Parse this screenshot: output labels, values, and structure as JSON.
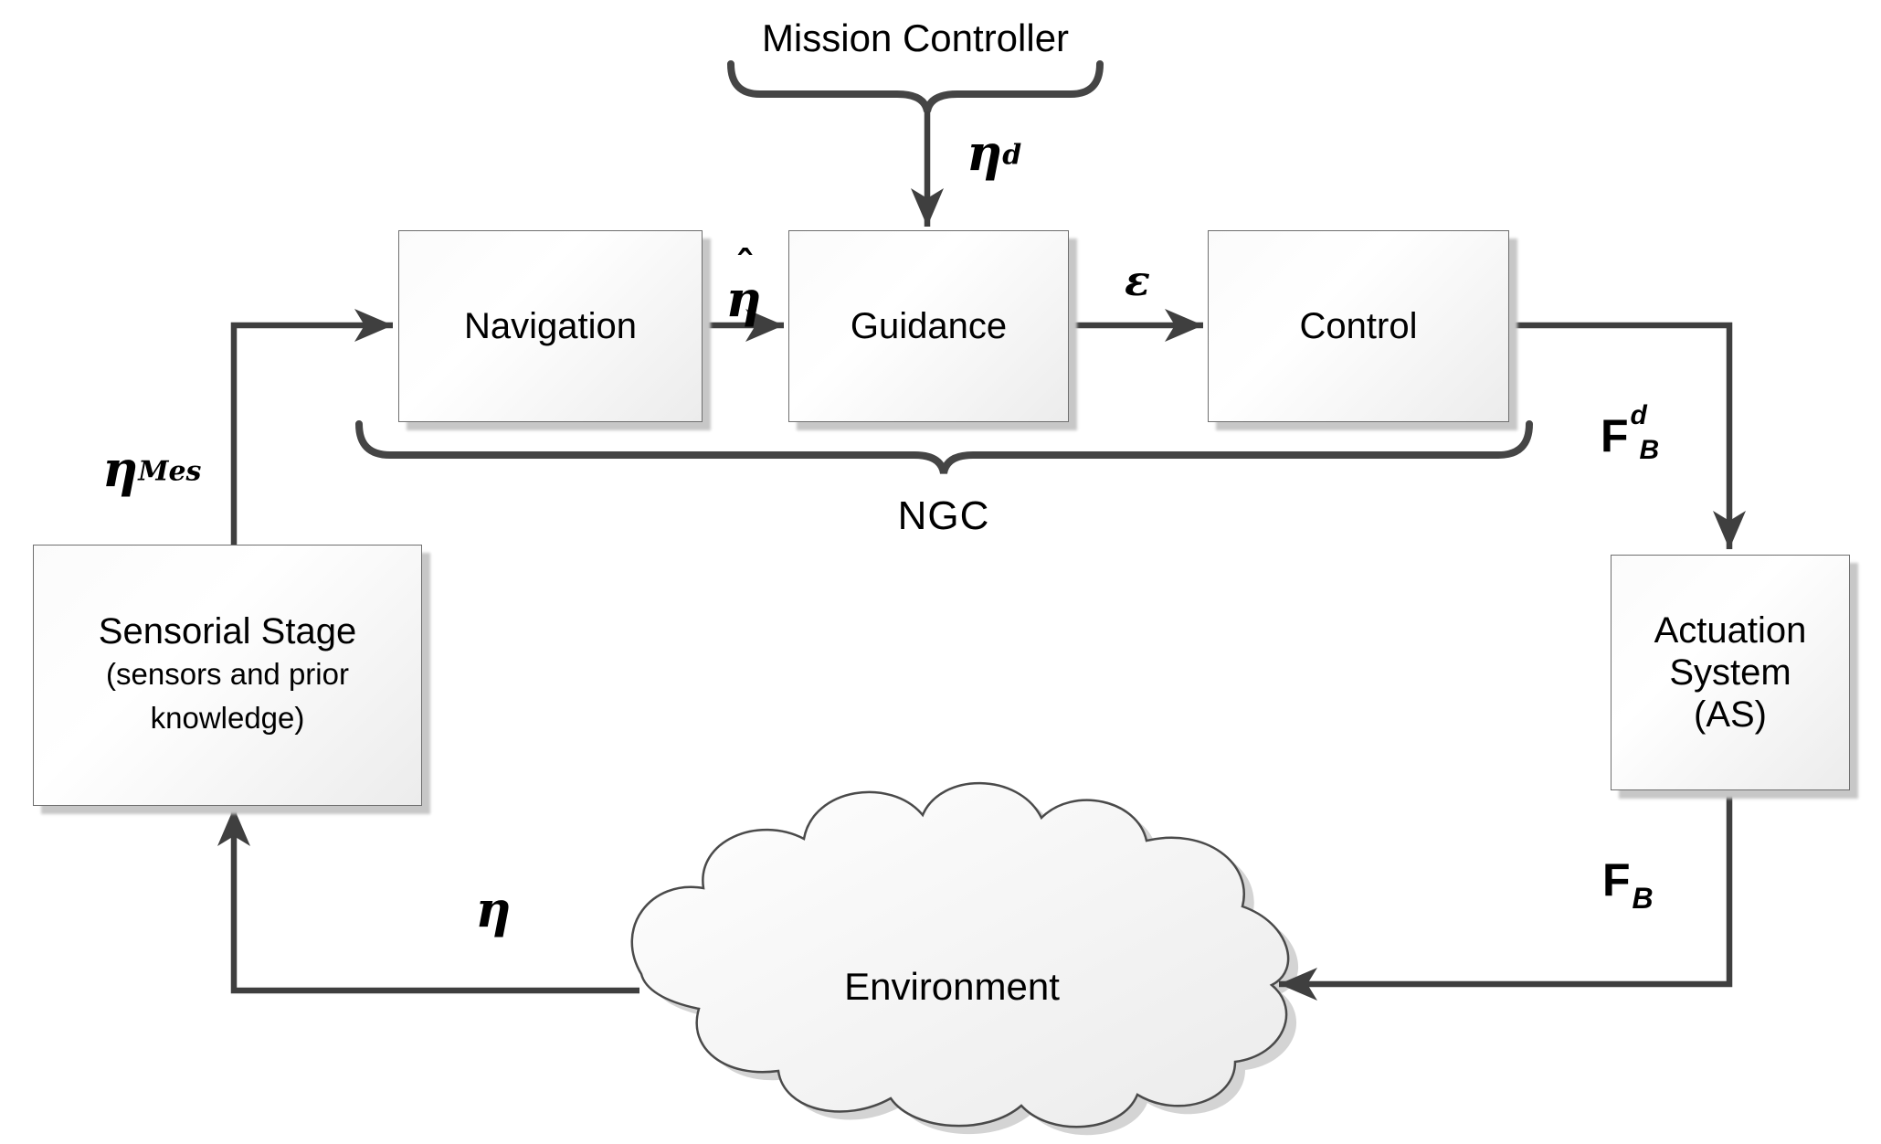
{
  "diagram": {
    "mission_controller": "Mission Controller",
    "ngc_label": "NGC",
    "boxes": {
      "navigation": "Navigation",
      "guidance": "Guidance",
      "control": "Control",
      "sensorial_title": "Sensorial Stage",
      "sensorial_sub1": "(sensors and prior",
      "sensorial_sub2": "knowledge)",
      "actuation_line1": "Actuation",
      "actuation_line2": "System",
      "actuation_line3": "(AS)",
      "environment": "Environment"
    },
    "signals": {
      "eta_desired_base": "η",
      "eta_desired_sup": "d",
      "eta_hat_base": "η",
      "eta_hat_accent": "ˆ",
      "epsilon": "ε",
      "eta_measured_base": "η",
      "eta_measured_sup": "Mes",
      "force_desired_base": "F",
      "force_desired_sup": "d",
      "force_desired_sub": "B",
      "force_base": "F",
      "force_sub": "B",
      "eta_feedback": "η"
    },
    "colors": {
      "line": "#3f3f3f",
      "brace": "#454545",
      "box_border": "#6f6f6f",
      "box_fill_light": "#ffffff",
      "box_fill_dark": "#ececec",
      "shadow": "#c7c7c7",
      "text": "#000000"
    }
  }
}
